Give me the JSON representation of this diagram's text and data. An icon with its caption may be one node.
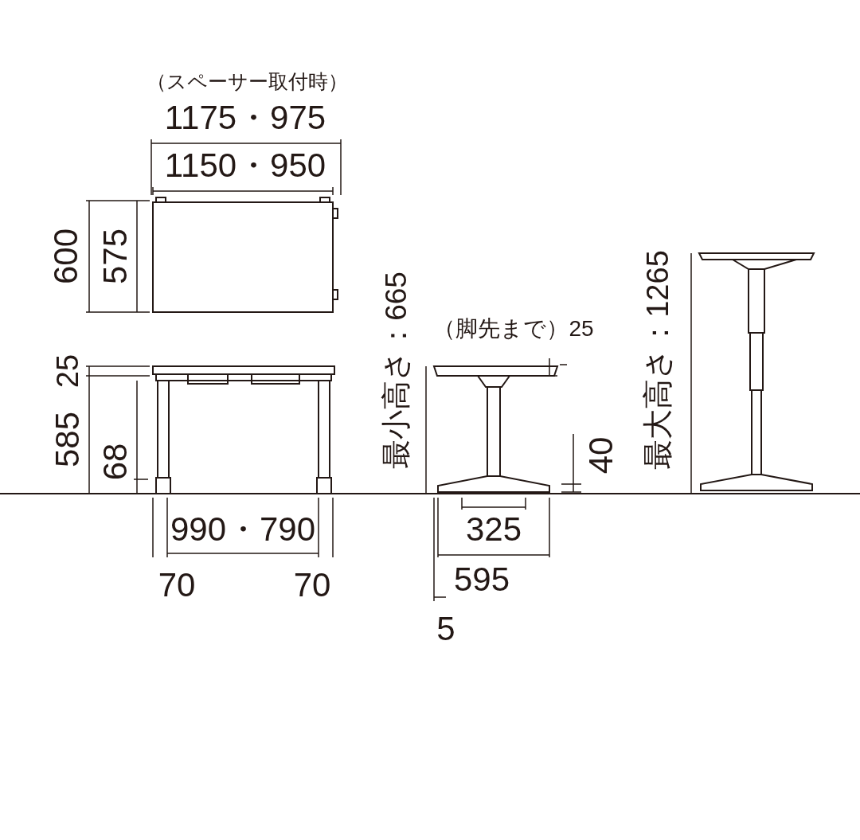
{
  "diagram": {
    "labels": [
      "（スペーサー取付時）",
      "1175・975",
      "1150・950",
      "600",
      "575",
      "25",
      "585",
      "68",
      "（脚先まで）25",
      "最小高さ：665",
      "最大高さ：1265",
      "40",
      "990・790",
      "325",
      "70",
      "70",
      "595",
      "5"
    ]
  }
}
